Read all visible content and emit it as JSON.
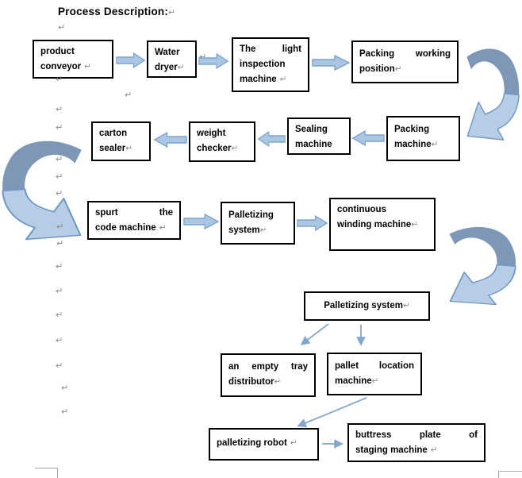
{
  "title": "Process Description:",
  "paragraph_mark": "↵",
  "colors": {
    "arrow_fill": "#abc6e3",
    "arrow_stroke": "#7ba3cf",
    "curve_dark": "#7e97b6",
    "curve_light": "#b7cce5",
    "curve_stroke": "#6f96c4",
    "thin_arrow": "#84a7cd",
    "mark": "#8a8a8a",
    "frag": "#a9a9a9",
    "box_border": "#000000"
  },
  "boxes": {
    "product_conveyor": {
      "line1": "product",
      "line2": "conveyor"
    },
    "water_dryer": {
      "line1": "Water",
      "line2": "dryer"
    },
    "light_inspection": {
      "line1": "The light",
      "line2": "inspection",
      "line3": "machine"
    },
    "packing_working": {
      "line1": "Packing working",
      "line2": "position"
    },
    "packing_machine": {
      "line1": "Packing",
      "line2": "machine"
    },
    "sealing_machine": {
      "line1": "Sealing",
      "line2": "machine"
    },
    "weight_checker": {
      "line1": "weight",
      "line2": "checker"
    },
    "carton_sealer": {
      "line1": "carton",
      "line2": "sealer"
    },
    "spurt_code": {
      "line1": "spurt the",
      "line2": "code machine"
    },
    "palletizing_system_a": {
      "line1": "Palletizing",
      "line2": "system"
    },
    "continuous_winding": {
      "line1": "continuous",
      "line2": "winding machine"
    },
    "palletizing_system_b": {
      "line1": "Palletizing system"
    },
    "empty_tray": {
      "line1": "an empty tray",
      "line2": "distributor"
    },
    "pallet_location": {
      "line1": "pallet location",
      "line2": "machine"
    },
    "palletizing_robot": {
      "line1": "palletizing robot"
    },
    "buttress_plate": {
      "line1": "buttress plate of",
      "line2": "staging machine"
    }
  },
  "connections": [
    "product conveyor → Water dryer",
    "Water dryer → The light inspection machine",
    "The light inspection machine → Packing working position",
    "Packing working position → Packing machine",
    "Packing machine → Sealing machine",
    "Sealing machine → weight checker",
    "weight checker → carton sealer",
    "carton sealer → spurt the code machine",
    "spurt the code machine → Palletizing system",
    "Palletizing system → continuous winding machine",
    "continuous winding machine → Palletizing system",
    "Palletizing system → an empty tray distributor",
    "Palletizing system → pallet location machine",
    "pallet location machine → palletizing robot",
    "palletizing robot → buttress plate of staging machine"
  ]
}
